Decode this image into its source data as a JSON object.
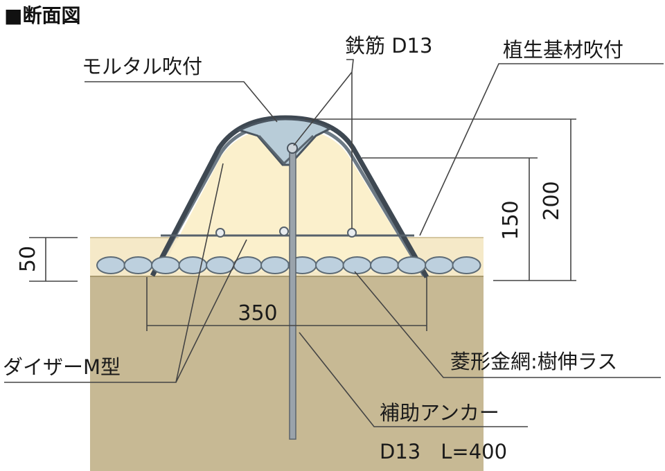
{
  "title": "■断面図",
  "labels": {
    "mortar": "モルタル吹付",
    "rebar": "鉄筋 D13",
    "vegetation": "植生基材吹付",
    "dyzer": "ダイザーM型",
    "lath": "菱形金網:樹伸ラス",
    "anchor_name": "補助アンカー",
    "anchor_spec": "D13　L=400"
  },
  "dimensions": {
    "width_350": "350",
    "height_50": "50",
    "height_150": "150",
    "height_200": "200"
  },
  "colors": {
    "soil": "#c7b994",
    "base_layer": "#f5e9c8",
    "fill_core": "#fbf0cc",
    "shell": "#4a5560",
    "mortar_cap": "#b8ccd8",
    "stone": "#bdd0de",
    "rod": "#9aa3ab"
  }
}
